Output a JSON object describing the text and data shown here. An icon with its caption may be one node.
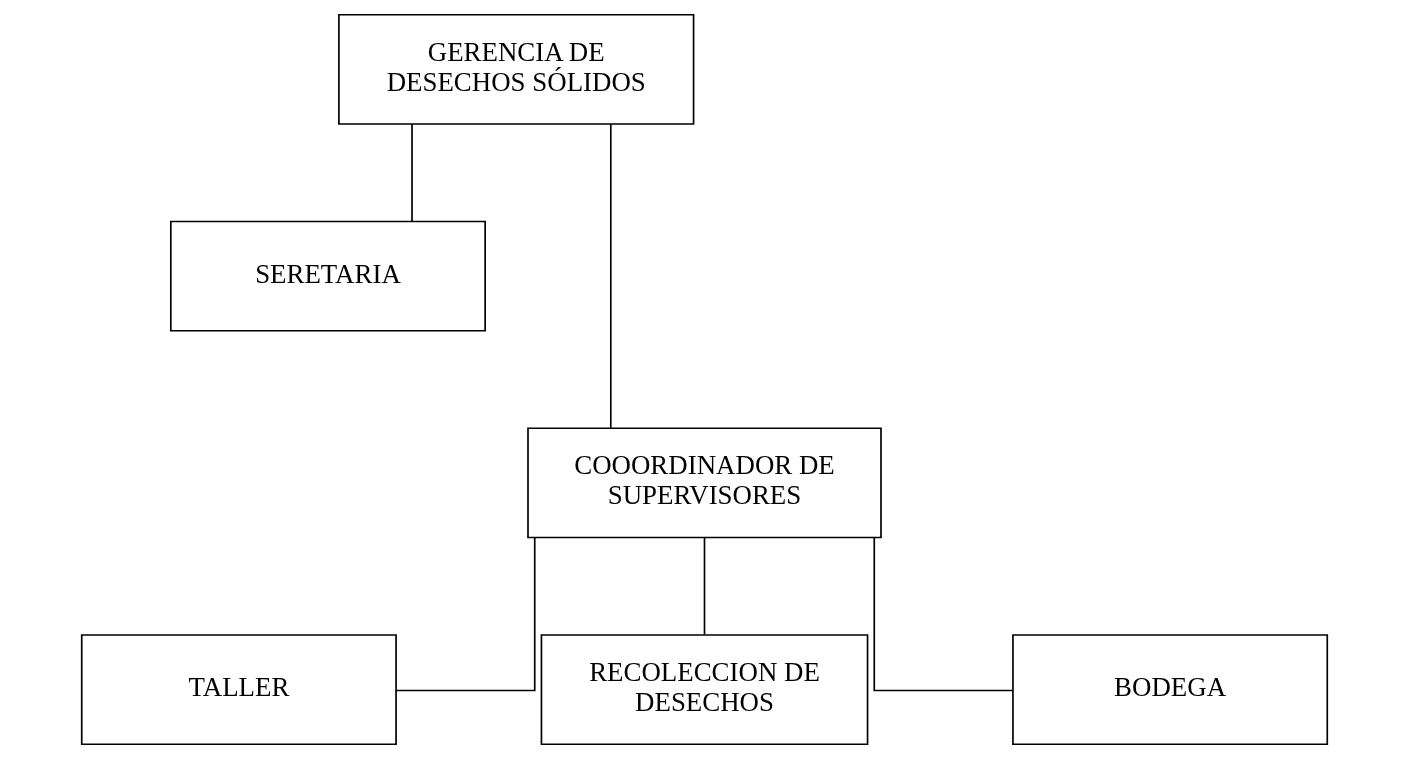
{
  "diagram": {
    "nodes": [
      {
        "text": [
          "GERENCIA DE DESECHOS SÓLIDOS"
        ]
      },
      {
        "text": [
          "SERETARIA"
        ]
      },
      {
        "text": [
          "COOORDINADOR DE SUPERVISORES"
        ]
      },
      {
        "text": [
          "TALLER"
        ]
      },
      {
        "text": [
          "RECOLECCION DE DESECHOS"
        ]
      },
      {
        "text": [
          "BODEGA"
        ]
      }
    ],
    "edges": [
      {
        "from": 0,
        "to": 2,
        "arrow": "none"
      },
      {
        "from": 0,
        "to": 1,
        "arrow": "none"
      },
      {
        "from": 2,
        "to": 3,
        "arrow": "none"
      },
      {
        "from": 2,
        "to": 4,
        "arrow": "none"
      },
      {
        "from": 2,
        "to": 5,
        "arrow": "none"
      }
    ]
  }
}
